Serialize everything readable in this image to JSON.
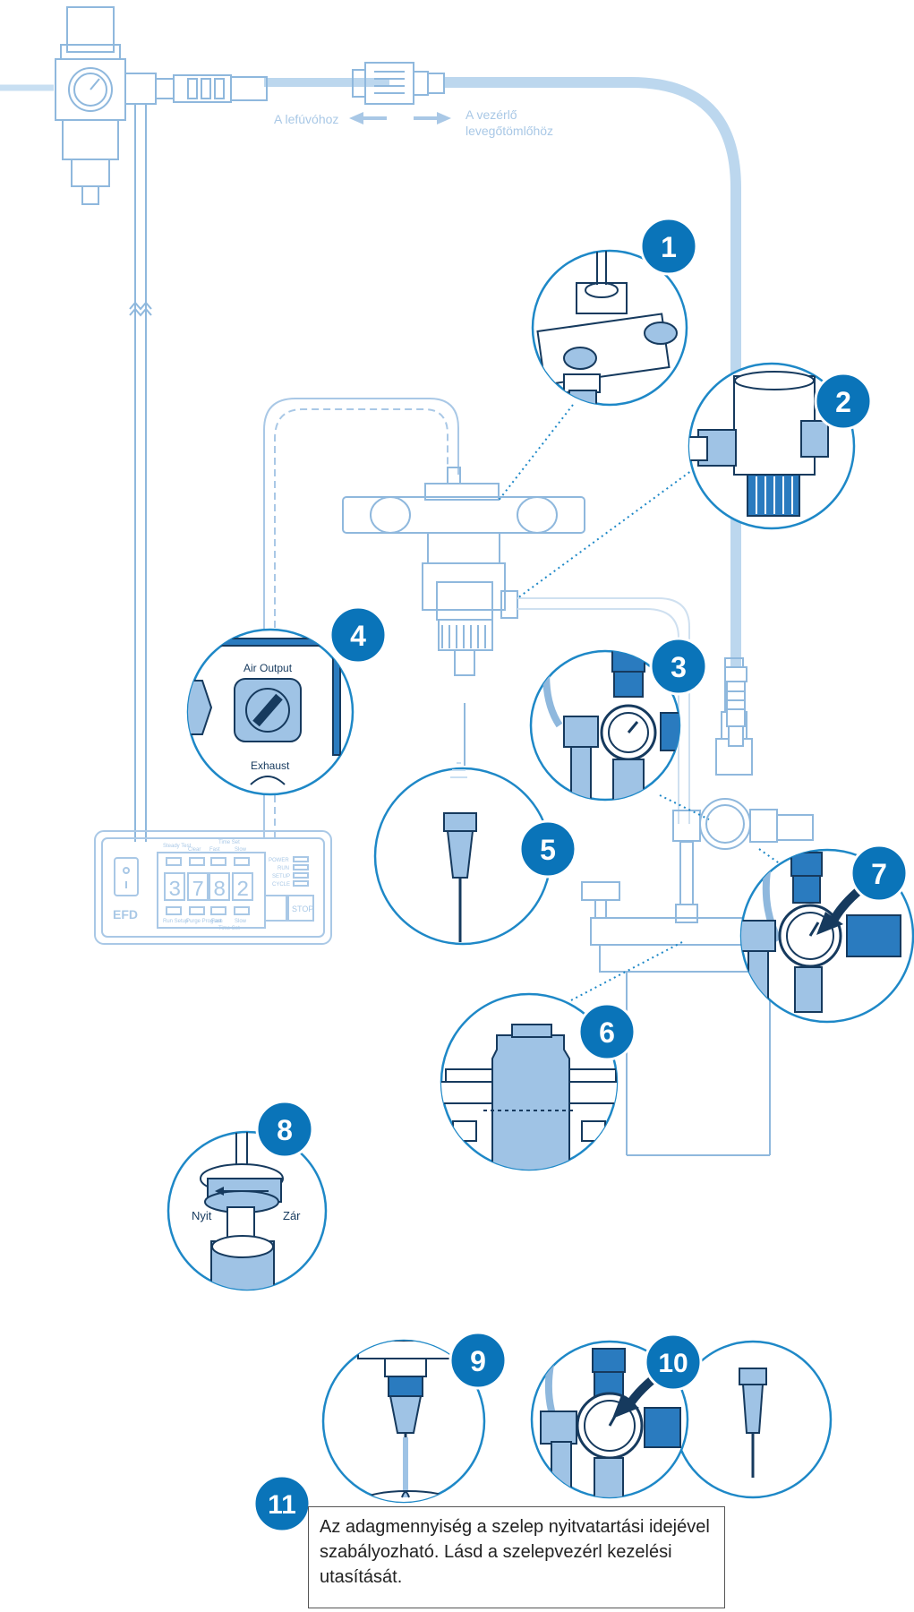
{
  "flow_labels": {
    "to_blowoff": "A lefúvóhoz",
    "to_controller": "A vezérlő",
    "to_controller_line2": "levegőtömlőhöz"
  },
  "step_badges": [
    "1",
    "2",
    "3",
    "4",
    "5",
    "6",
    "7",
    "8",
    "9",
    "10",
    "11"
  ],
  "panel_labels": {
    "air_output": "Air Output",
    "exhaust": "Exhaust",
    "open": "Nyit",
    "close": "Zár"
  },
  "controller": {
    "brand": "EFD",
    "display_digits": [
      "3",
      "7",
      "8",
      "2"
    ],
    "top_labels": [
      "Steady Test",
      "Clear",
      "Fast",
      "Time Set",
      "Slow"
    ],
    "status_labels": [
      "POWER",
      "RUN",
      "SETUP",
      "CYCLE"
    ],
    "bottom_labels": [
      "Run Setup",
      "Purge Program",
      "Fast",
      "Time Set",
      "Slow"
    ],
    "stop_label": "STOP"
  },
  "note": {
    "line1": "Az adagmennyiség a szelep nyitvatartási idejével",
    "line2": "szabályozható. Lásd a szelepvezérl  kezelési",
    "line3": "utasítását."
  },
  "colors": {
    "badge_blue": "#0a74b9",
    "line_blue": "#1e88c7",
    "pale_blue": "#b9d6ef",
    "navy": "#163a5e"
  }
}
